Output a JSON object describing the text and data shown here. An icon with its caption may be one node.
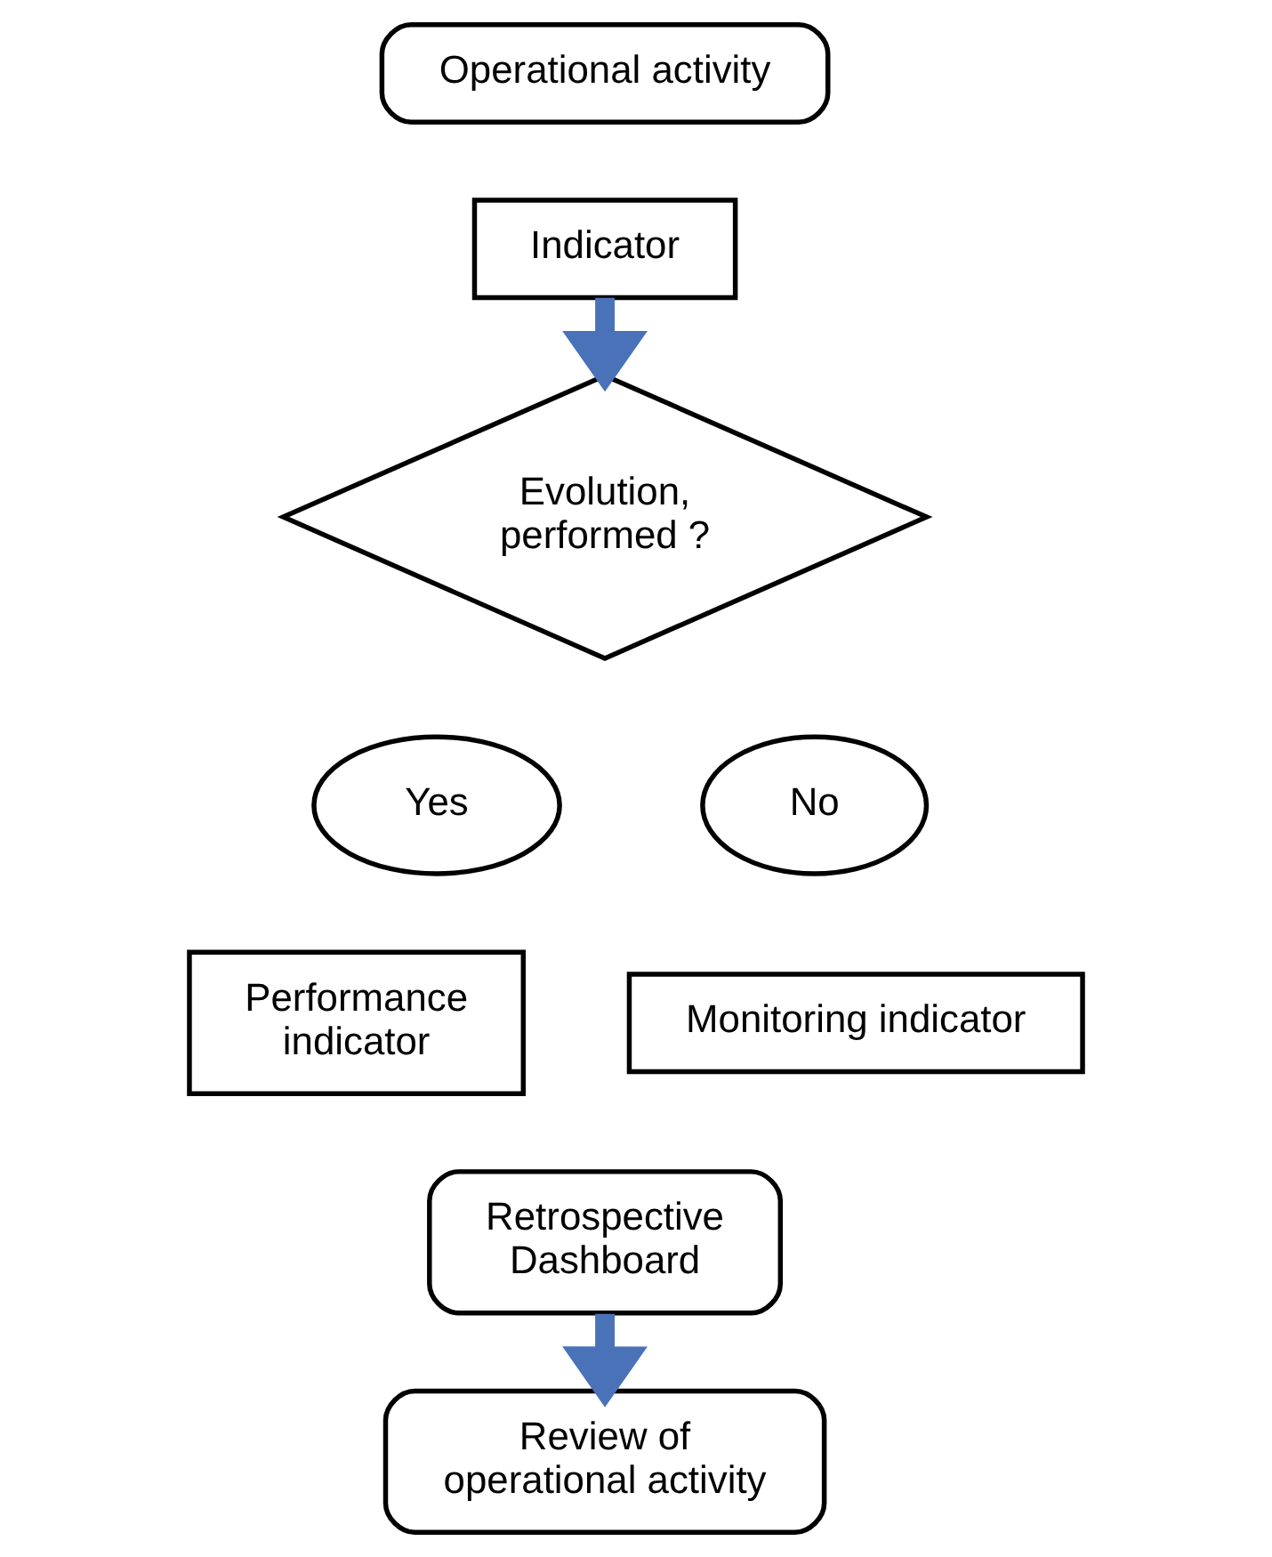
{
  "diagram": {
    "nodes": [
      {
        "text": [
          "Operational activity"
        ]
      },
      {
        "text": [
          "Indicator"
        ]
      },
      {
        "text": [
          "Evolution, performed ?"
        ]
      },
      {
        "text": [
          "Yes"
        ]
      },
      {
        "text": [
          "No"
        ]
      },
      {
        "text": [
          "Performance indicator"
        ]
      },
      {
        "text": [
          "Monitoring indicator"
        ]
      },
      {
        "text": [
          "Retrospective Dashboard"
        ]
      },
      {
        "text": [
          "Review of operational activity"
        ]
      }
    ],
    "edges": [
      {
        "from": 1,
        "to": 2,
        "arrow": "to",
        "color": "#4a72b8"
      },
      {
        "from": 7,
        "to": 8,
        "arrow": "to",
        "color": "#4a72b8"
      }
    ]
  }
}
